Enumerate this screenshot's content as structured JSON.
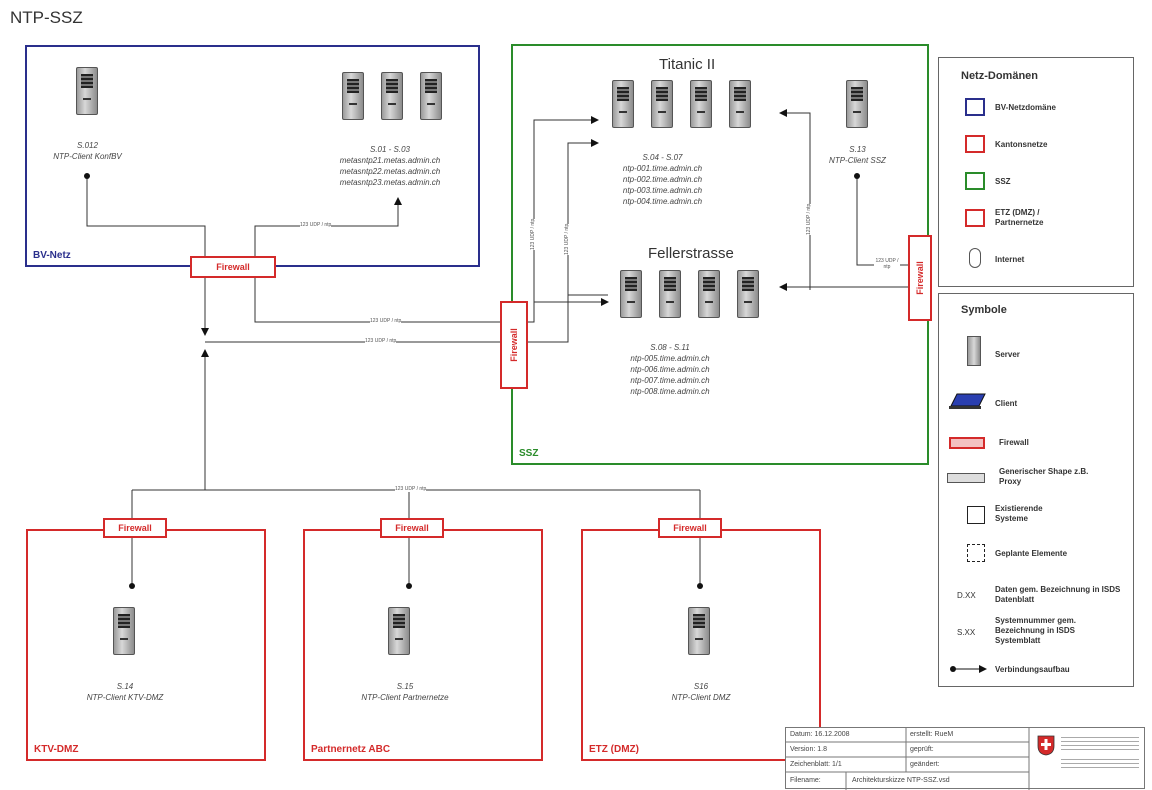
{
  "title": "NTP-SSZ",
  "zones": {
    "bv": {
      "label": "BV-Netz",
      "color": "#2a2f8c"
    },
    "ssz": {
      "label": "SSZ",
      "color": "#2a8c2a"
    },
    "ktv": {
      "label": "KTV-DMZ",
      "color": "#d42a2a"
    },
    "partner": {
      "label": "Partnernetz ABC",
      "color": "#d42a2a"
    },
    "etz": {
      "label": "ETZ (DMZ)",
      "color": "#d42a2a"
    }
  },
  "firewall_label": "Firewall",
  "servers": {
    "s012": {
      "id": "S.012",
      "name": "NTP-Client KonfBV"
    },
    "s01": {
      "id": "S.01 - S.03",
      "hosts": [
        "metasntp21.metas.admin.ch",
        "metasntp22.metas.admin.ch",
        "metasntp23.metas.admin.ch"
      ]
    },
    "titanic": {
      "title": "Titanic II",
      "id": "S.04 - S.07",
      "hosts": [
        "ntp-001.time.admin.ch",
        "ntp-002.time.admin.ch",
        "ntp-003.time.admin.ch",
        "ntp-004.time.admin.ch"
      ]
    },
    "s13": {
      "id": "S.13",
      "name": "NTP-Client SSZ"
    },
    "feller": {
      "title": "Fellerstrasse",
      "id": "S.08 - S.11",
      "hosts": [
        "ntp-005.time.admin.ch",
        "ntp-006.time.admin.ch",
        "ntp-007.time.admin.ch",
        "ntp-008.time.admin.ch"
      ]
    },
    "s14": {
      "id": "S.14",
      "name": "NTP-Client KTV-DMZ"
    },
    "s15": {
      "id": "S.15",
      "name": "NTP-Client Partnernetze"
    },
    "s16": {
      "id": "S16",
      "name": "NTP-Client DMZ"
    }
  },
  "wire_label": "123 UDP / ntp",
  "legend_domains": {
    "title": "Netz-Domänen",
    "items": [
      {
        "label": "BV-Netzdomäne",
        "color": "#2a2f8c"
      },
      {
        "label": "Kantonsnetze",
        "color": "#d42a2a"
      },
      {
        "label": "SSZ",
        "color": "#2a8c2a"
      },
      {
        "label": "ETZ (DMZ) / Partnernetze",
        "color": "#d42a2a"
      },
      {
        "label": "Internet",
        "color": "#555555"
      }
    ]
  },
  "legend_symbols": {
    "title": "Symbole",
    "items": [
      {
        "label": "Server",
        "icon": "server-icon"
      },
      {
        "label": "Client",
        "icon": "laptop-icon"
      },
      {
        "label": "Firewall",
        "icon": "firewall-icon"
      },
      {
        "label": "Generischer Shape z.B. Proxy",
        "icon": "generic-shape-icon"
      },
      {
        "label": "Existierende Systeme",
        "icon": "solid-box-icon"
      },
      {
        "label": "Geplante Elemente",
        "icon": "dashed-box-icon"
      },
      {
        "label": "Daten gem. Bezeichnung in ISDS Datenblatt",
        "icon": "text",
        "mark": "D.XX"
      },
      {
        "label": "Systemnummer gem. Bezeichnung in ISDS Systemblatt",
        "icon": "text",
        "mark": "S.XX"
      },
      {
        "label": "Verbindungsaufbau",
        "icon": "connection-arrow-icon"
      }
    ]
  },
  "footer": {
    "datum": "Datum: 16.12.2008",
    "erstellt": "erstellt: RueM",
    "version": "Version: 1.8",
    "geprueft": "geprüft:",
    "zeichenblatt": "Zeichenblatt: 1/1",
    "geaendert": "geändert:",
    "dateiname_label": "Filename:",
    "dateiname": "Architekturskizze NTP-SSZ.vsd"
  }
}
